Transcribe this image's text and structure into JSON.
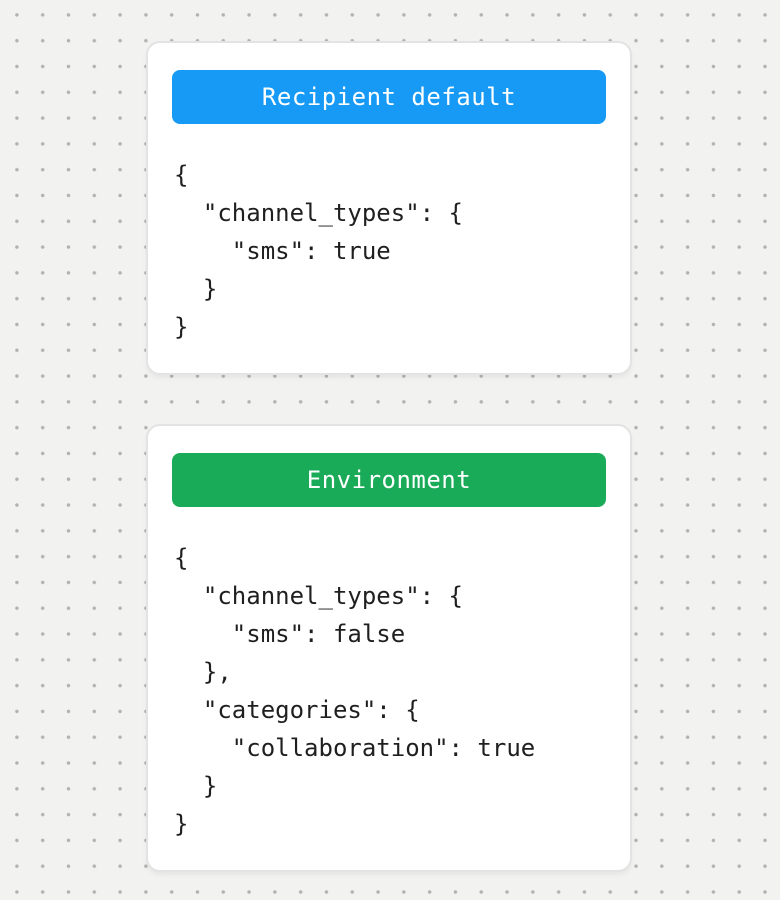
{
  "canvas": {
    "background_color": "#f2f2f1",
    "dot_color": "#b2b2b2"
  },
  "cards": [
    {
      "id": "recipient-default",
      "header": {
        "label": "Recipient default",
        "color": "#169af5",
        "text_color": "#ffffff"
      },
      "code": "{\n  \"channel_types\": {\n    \"sms\": true\n  }\n}"
    },
    {
      "id": "environment",
      "header": {
        "label": "Environment",
        "color": "#1aab58",
        "text_color": "#ffffff"
      },
      "code": "{\n  \"channel_types\": {\n    \"sms\": false\n  },\n  \"categories\": {\n    \"collaboration\": true\n  }\n}"
    }
  ]
}
